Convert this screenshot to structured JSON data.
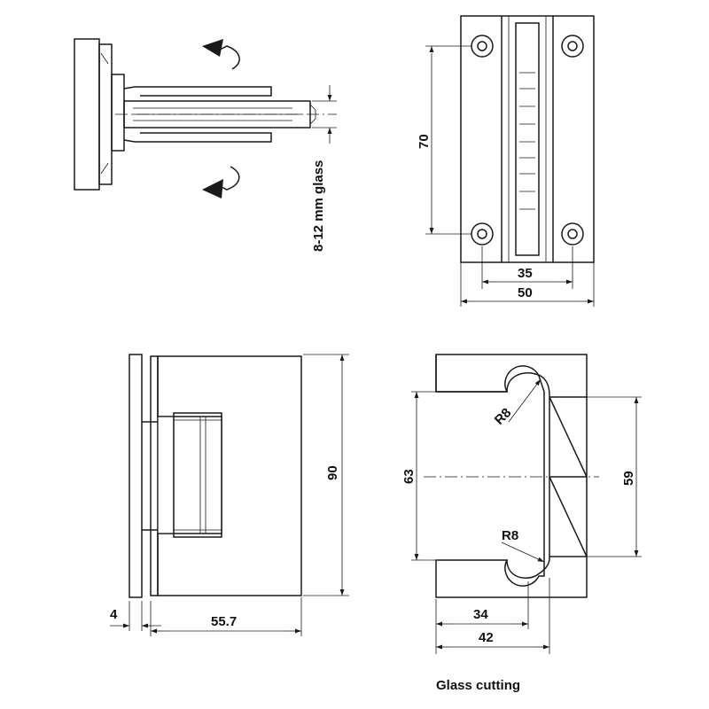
{
  "views": {
    "side": {
      "glass_label": "8-12 mm glass"
    },
    "front": {
      "height_label": "70",
      "inner_width_label": "35",
      "outer_width_label": "50"
    },
    "profile": {
      "height_label": "90",
      "plate_label": "4",
      "depth_label": "55.7"
    },
    "cutout": {
      "height_outer_label": "63",
      "height_inner_label": "59",
      "radius_top_label": "R8",
      "radius_bottom_label": "R8",
      "width_inner_label": "34",
      "width_outer_label": "42",
      "caption": "Glass cutting"
    }
  }
}
